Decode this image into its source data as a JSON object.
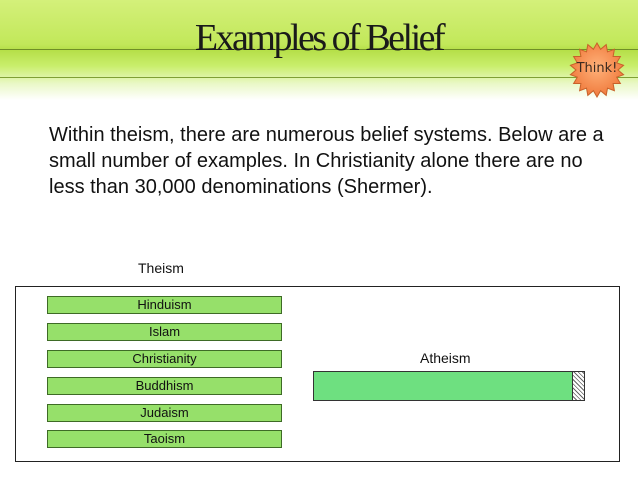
{
  "slide": {
    "title": "Examples of Belief",
    "badge_label": "Think!",
    "body_text": "Within theism, there are numerous belief systems. Below are a small number of examples. In Christianity alone there are no less than 30,000 denominations (Shermer)."
  },
  "diagram": {
    "theism_label": "Theism",
    "atheism_label": "Atheism",
    "theism_items": [
      "Hinduism",
      "Islam",
      "Christianity",
      "Buddhism",
      "Judaism",
      "Taoism"
    ]
  },
  "colors": {
    "header_green": "#c2e85a",
    "item_fill": "#96e06a",
    "atheism_fill": "#6ee080",
    "badge_fill": "#f4935a"
  }
}
